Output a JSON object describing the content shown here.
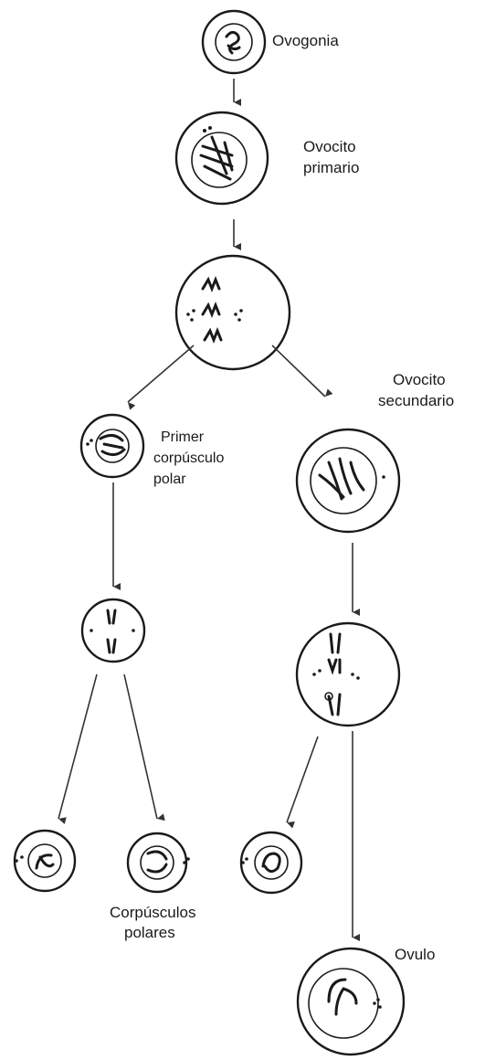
{
  "labels": {
    "ovogonia": "Ovogonia",
    "ovocito_primario_1": "Ovocito",
    "ovocito_primario_2": "primario",
    "ovocito_secundario_1": "Ovocito",
    "ovocito_secundario_2": "secundario",
    "primer_corpusculo_1": "Primer",
    "primer_corpusculo_2": "corpúsculo",
    "primer_corpusculo_3": "polar",
    "corpusculos_polares_1": "Corpúsculos",
    "corpusculos_polares_2": "polares",
    "ovulo": "Ovulo"
  }
}
